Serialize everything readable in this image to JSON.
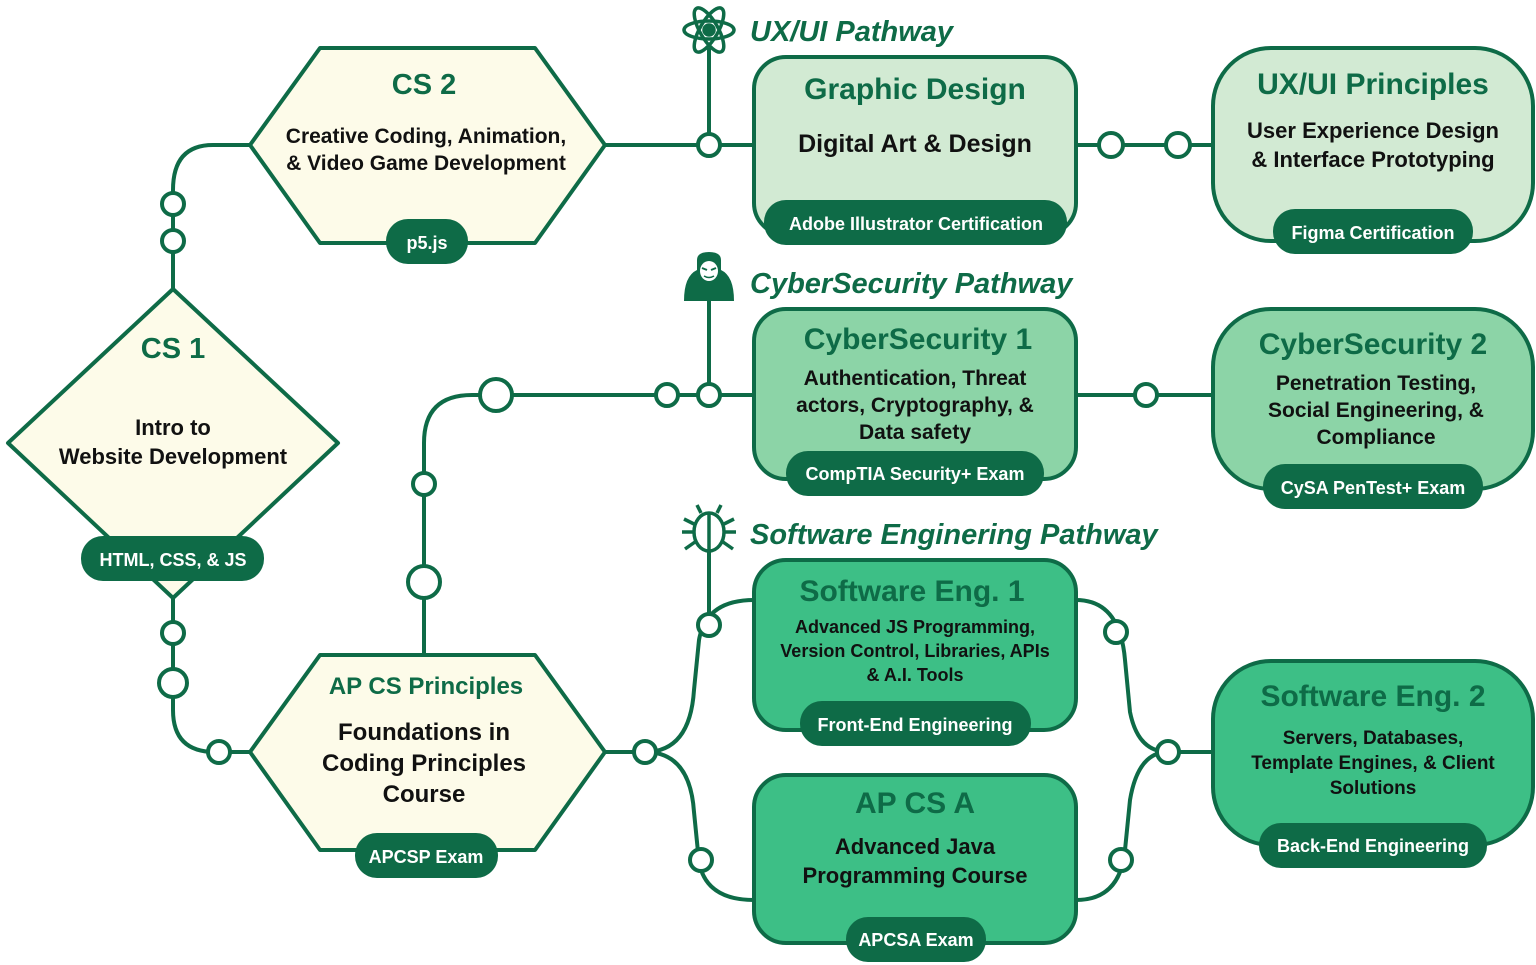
{
  "colors": {
    "line": "#0e6b47",
    "badge": "#0e6b47",
    "cream": "#fdfbe9",
    "green_light": "#d2ead3",
    "green_mid": "#8cd4a7",
    "green_strong": "#3dbf86",
    "title_text": "#0e6b47"
  },
  "pathways": {
    "ux": "UX/UI Pathway",
    "cyber": "CyberSecurity Pathway",
    "software": "Software Enginering Pathway"
  },
  "icons": {
    "ux": "atom-icon",
    "cyber": "hacker-icon",
    "software": "bug-icon"
  },
  "nodes": {
    "cs1": {
      "title": "CS 1",
      "desc": [
        "Intro to",
        "Website Development"
      ],
      "badge": "HTML, CSS, & JS"
    },
    "cs2": {
      "title": "CS 2",
      "desc": [
        "Creative Coding, Animation,",
        "& Video Game Development"
      ],
      "badge": "p5.js"
    },
    "apcsp": {
      "title": "AP CS Principles",
      "desc": [
        "Foundations in",
        "Coding Principles",
        "Course"
      ],
      "badge": "APCSP Exam"
    },
    "graphic": {
      "title": "Graphic Design",
      "desc": [
        "Digital Art & Design"
      ],
      "badge": "Adobe Illustrator Certification"
    },
    "uxui": {
      "title": "UX/UI Principles",
      "desc": [
        "User Experience Design",
        "& Interface Prototyping"
      ],
      "badge": "Figma Certification"
    },
    "cyber1": {
      "title": "CyberSecurity 1",
      "desc": [
        "Authentication, Threat",
        "actors, Cryptography, &",
        "Data safety"
      ],
      "badge": "CompTIA Security+ Exam"
    },
    "cyber2": {
      "title": "CyberSecurity 2",
      "desc": [
        "Penetration Testing,",
        "Social Engineering, &",
        "Compliance"
      ],
      "badge": "CySA PenTest+ Exam"
    },
    "swe1": {
      "title": "Software Eng. 1",
      "desc": [
        "Advanced JS Programming,",
        "Version Control, Libraries, APIs",
        "& A.I. Tools"
      ],
      "badge": "Front-End Engineering"
    },
    "apcsa": {
      "title": "AP CS A",
      "desc": [
        "Advanced Java",
        "Programming Course"
      ],
      "badge": "APCSA Exam"
    },
    "swe2": {
      "title": "Software Eng. 2",
      "desc": [
        "Servers, Databases,",
        "Template Engines, & Client",
        "Solutions"
      ],
      "badge": "Back-End Engineering"
    }
  }
}
